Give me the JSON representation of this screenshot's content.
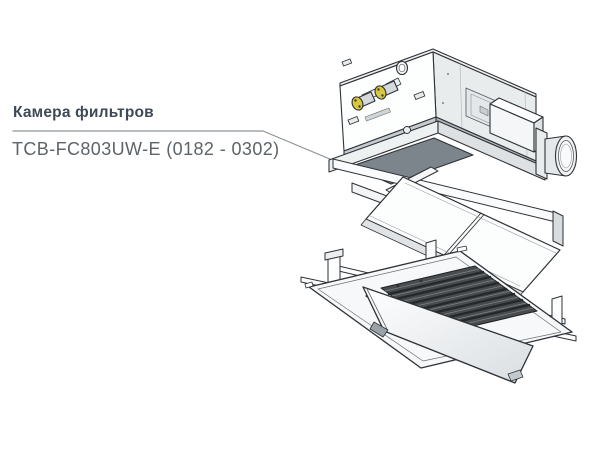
{
  "figure": {
    "type": "parts-diagram",
    "labels": {
      "title": "Камера фильтров",
      "model": "TCB-FC803UW-E (0182 - 0302)"
    },
    "parts": [
      {
        "name": "indoor-unit-body"
      },
      {
        "name": "refrigerant-pipe-connectors"
      },
      {
        "name": "drain-connector"
      },
      {
        "name": "electrical-box"
      },
      {
        "name": "round-duct-flange"
      },
      {
        "name": "filter-chamber-frame"
      },
      {
        "name": "filter-panels"
      },
      {
        "name": "ceiling-panel"
      },
      {
        "name": "air-intake-grille"
      },
      {
        "name": "open-grille-flap"
      }
    ],
    "colors": {
      "background": "#ffffff",
      "outline": "#2e3236",
      "leader_line": "#8d9296",
      "title_text": "#3f4a56",
      "model_text": "#5d6469",
      "pipe_cap_yellow": "#d9c83d",
      "grille_dark": "#484c4f"
    }
  }
}
